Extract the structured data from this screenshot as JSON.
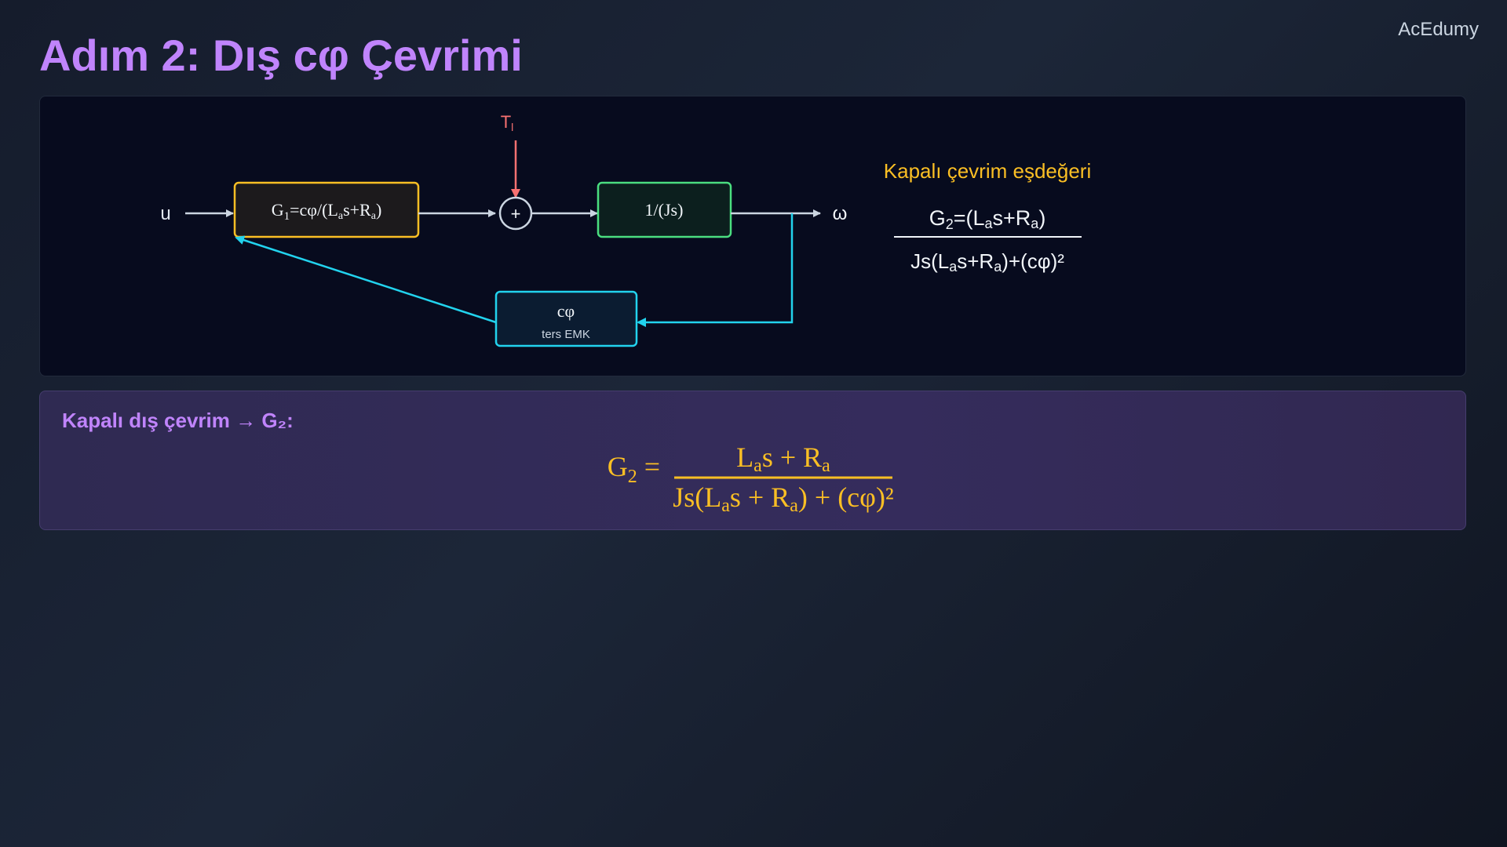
{
  "brand": "AcEdumy",
  "title": "Adım 2: Dış cφ Çevrimi",
  "diagram": {
    "input_label": "u",
    "g1_main": "G",
    "g1_sub": "1",
    "g1_rest_a": "=cφ/(L",
    "g1_sub_a": "a",
    "g1_rest_b": "s+R",
    "g1_sub_b": "a",
    "g1_close": ")",
    "disturbance_main": "T",
    "disturbance_sub": "l",
    "sum_symbol": "+",
    "plant_label": "1/(Js)",
    "output_label": "ω",
    "feedback_label": "cφ",
    "feedback_sublabel": "ters EMK",
    "equiv_title": "Kapalı çevrim eşdeğeri",
    "equiv_num_main": "G",
    "equiv_num_sub": "2",
    "equiv_num_rest": "=(L",
    "equiv_num_sub_a": "a",
    "equiv_num_rest_b": "s+R",
    "equiv_num_sub_b": "a",
    "equiv_num_close": ")",
    "equiv_den_a": "Js(L",
    "equiv_den_sub_a": "a",
    "equiv_den_b": "s+R",
    "equiv_den_sub_b": "a",
    "equiv_den_c": ")+(cφ)²"
  },
  "result": {
    "heading": "Kapalı dış çevrim → G₂:",
    "lhs_main": "G",
    "lhs_sub": "2",
    "lhs_eq": " =",
    "num_a": "L",
    "num_sub_a": "a",
    "num_b": "s + R",
    "num_sub_b": "a",
    "den_a": "Js(L",
    "den_sub_a": "a",
    "den_b": "s + R",
    "den_sub_b": "a",
    "den_c": ") + (cφ)²"
  },
  "colors": {
    "title": "#c084fc",
    "g1_border": "#fbbf24",
    "plant_border": "#4ade80",
    "feedback": "#22d3ee",
    "disturbance": "#f87171",
    "equiv_title": "#fbbf24",
    "formula": "#fbbf24"
  }
}
